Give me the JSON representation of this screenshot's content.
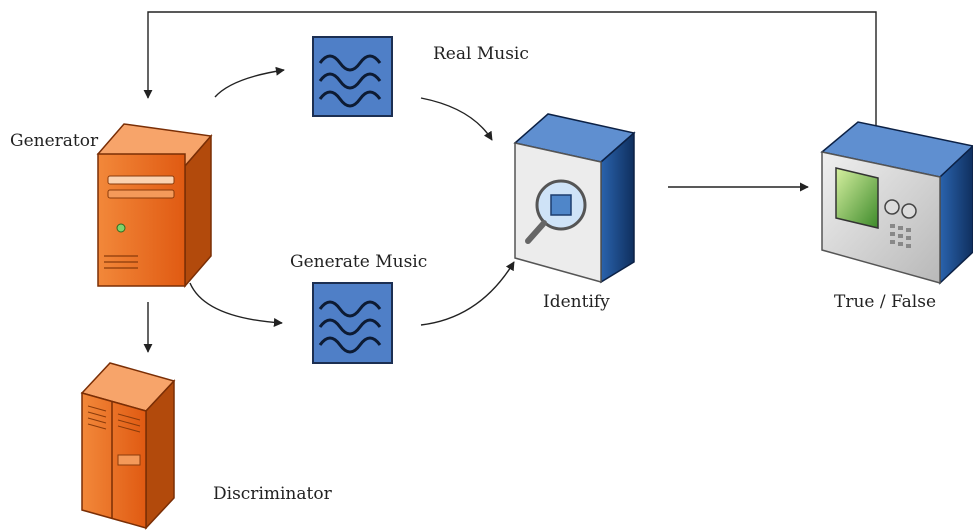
{
  "nodes": {
    "generator": {
      "label": "Generator"
    },
    "real_music": {
      "label": "Real Music"
    },
    "generate_music": {
      "label": "Generate Music"
    },
    "identify": {
      "label": "Identify"
    },
    "true_false": {
      "label": "True / False"
    },
    "discriminator": {
      "label": "Discriminator"
    }
  },
  "colors": {
    "server_orange": "#e8691f",
    "wave_box_blue": "#4f7fc7",
    "device_blue": "#1e4f8f",
    "line": "#222222"
  },
  "icons": {
    "generator": "server-tower-icon",
    "discriminator": "server-cabinet-icon",
    "music": "wave-icon",
    "identify": "magnifier-device-icon",
    "true_false": "analyzer-device-icon"
  }
}
